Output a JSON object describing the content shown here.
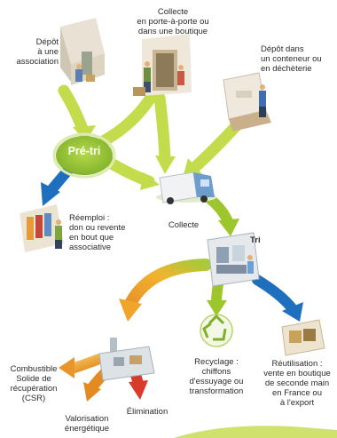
{
  "nodes": {
    "depot_association": "Dépôt\nà une\nassociation",
    "collecte_porte": "Collecte\nen porte-à-porte ou\ndans une boutique",
    "depot_conteneur": "Dépôt dans\nun conteneur ou\nen déchèterie",
    "pre_tri": "Pré-tri",
    "collecte": "Collecte",
    "reemploi": "Réemploi :\ndon ou revente\nen bout que\nassociative",
    "tri": "Tri",
    "csr": "Combustible\nSolide de\nrécupération\n(CSR)",
    "recyclage": "Recyclage :\nchiffons\nd'essuyage ou\ntransformation",
    "reutilisation": "Réutilisation :\nvente en boutique\nde seconde main\nen France ou\nà l'export",
    "valorisation": "Valorisation\nénergétique",
    "elimination": "Élimination"
  },
  "colors": {
    "green": "#9cc62b",
    "light_green": "#c9dc55",
    "blue": "#1f6fbf",
    "orange": "#f0a52a",
    "red": "#d83b2a"
  }
}
